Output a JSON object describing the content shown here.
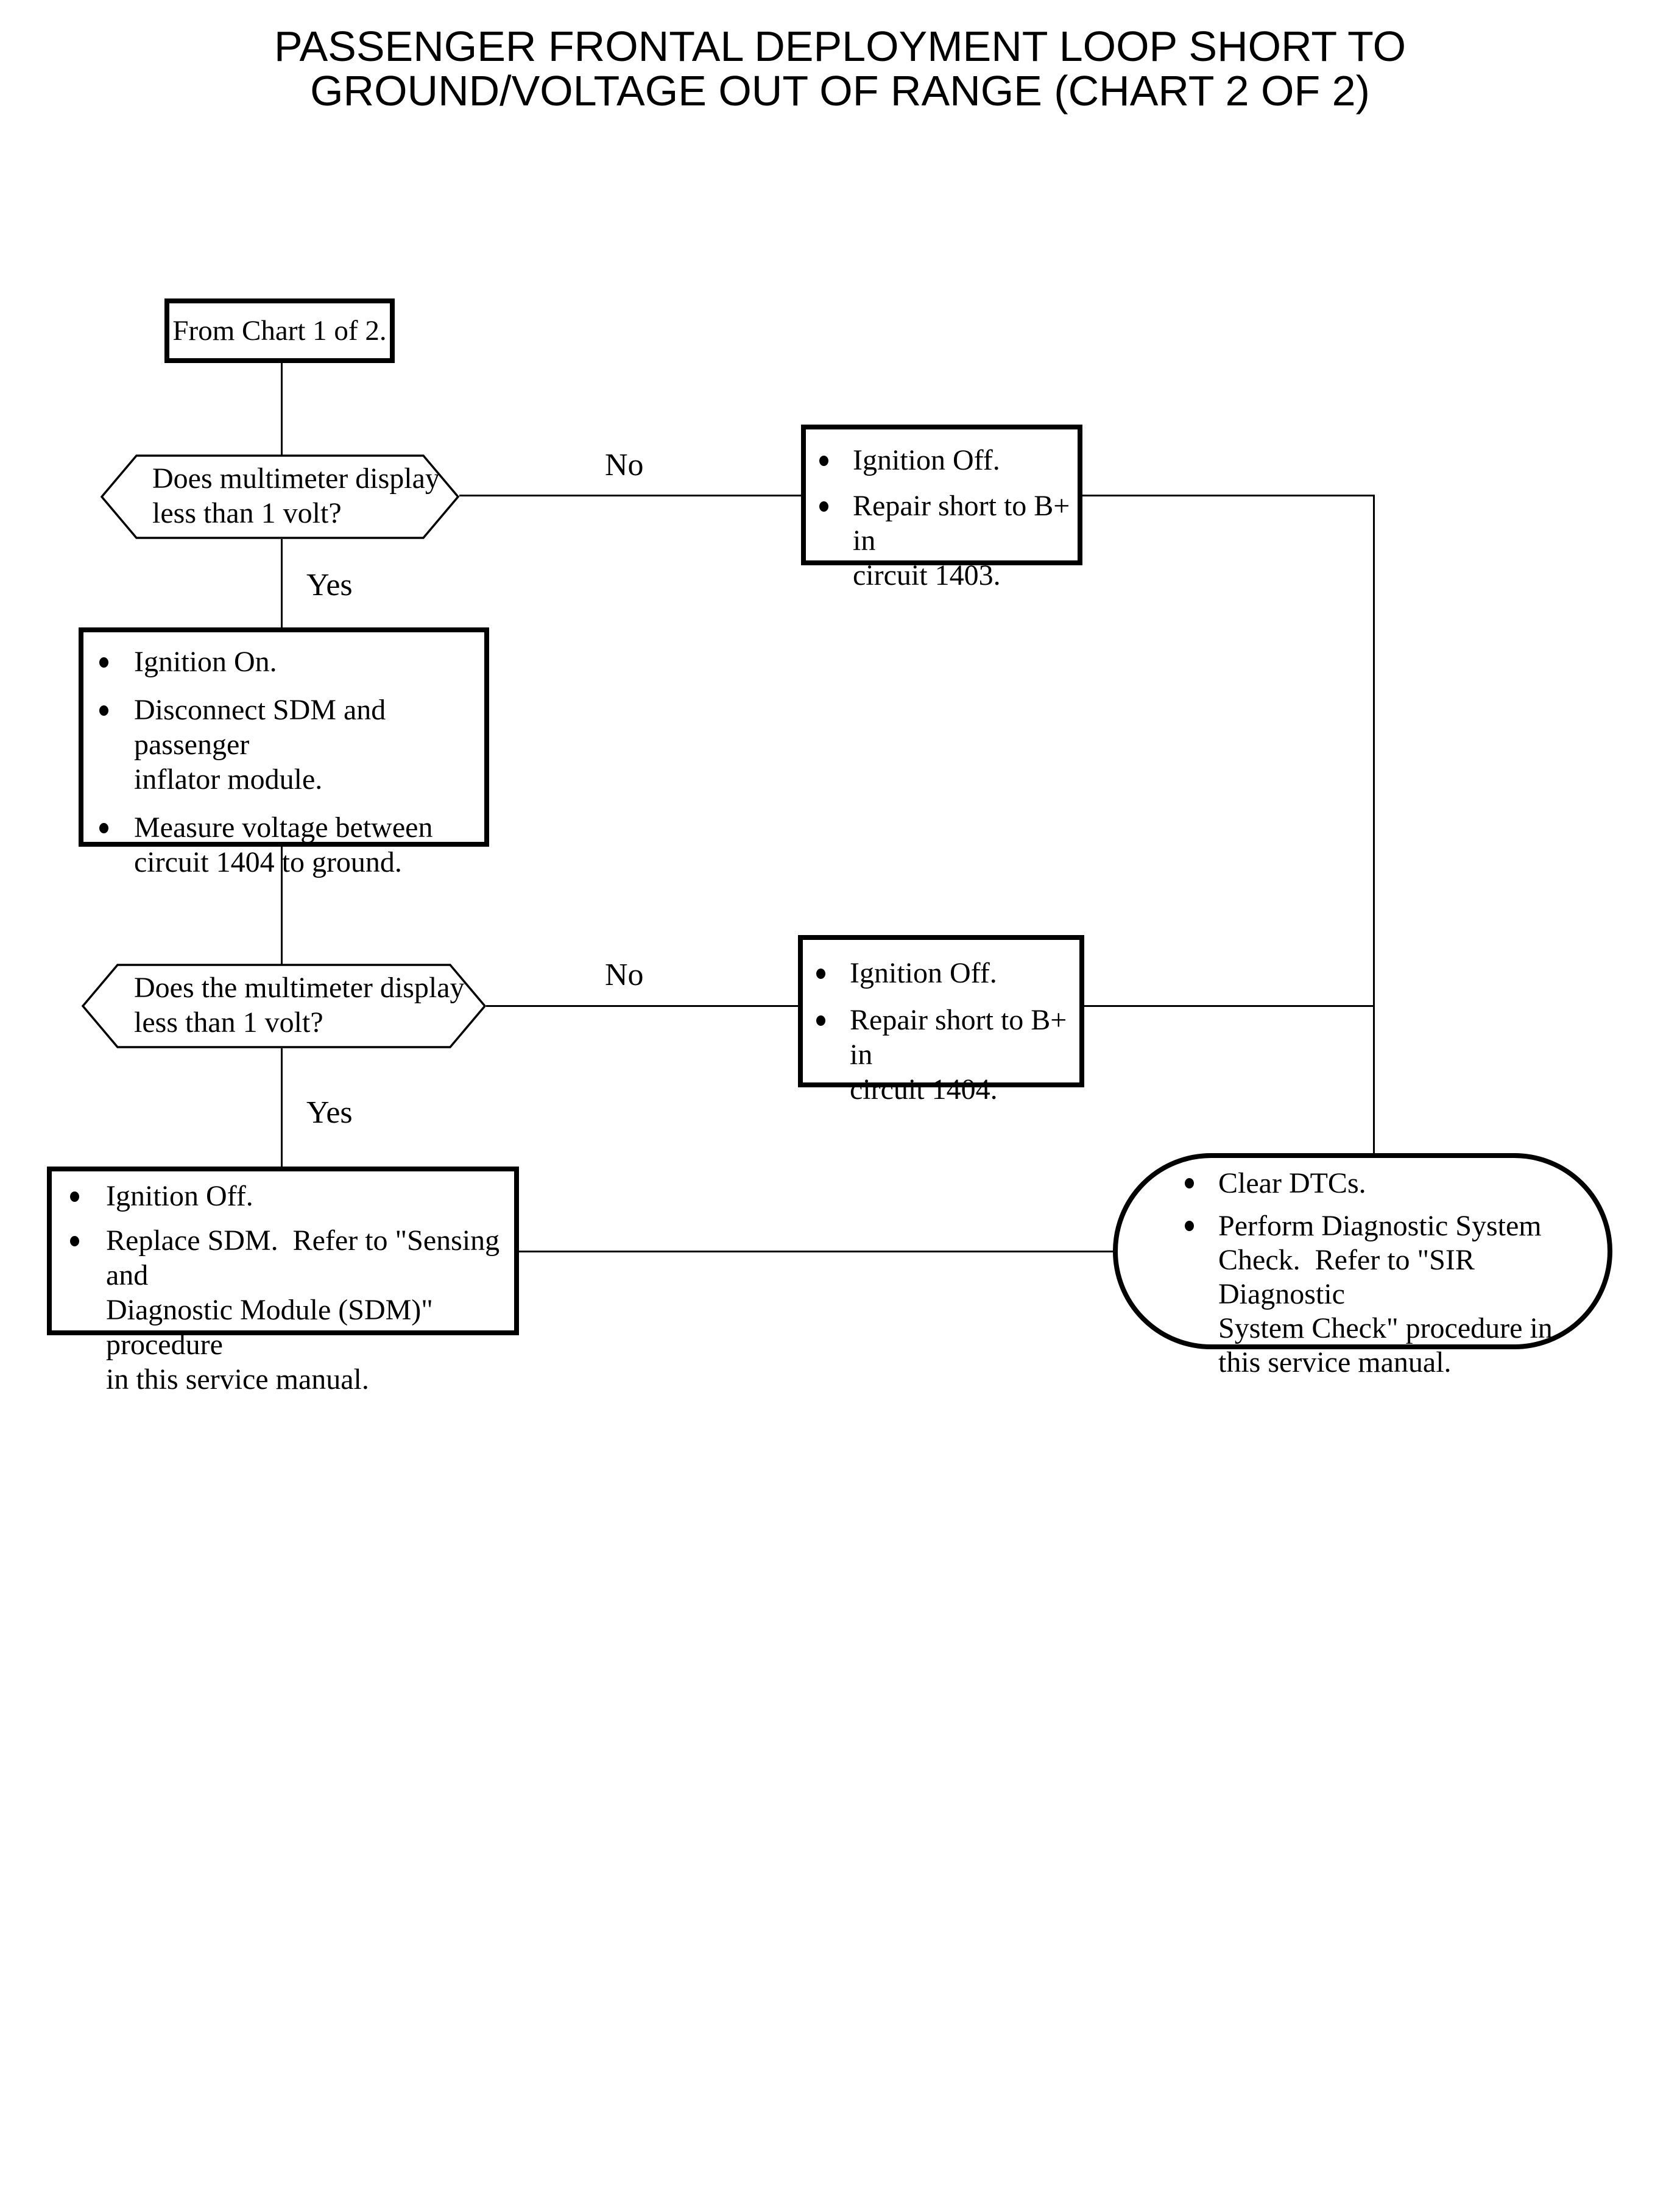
{
  "title": {
    "line1": "PASSENGER FRONTAL DEPLOYMENT LOOP SHORT TO",
    "line2": "GROUND/VOLTAGE OUT OF RANGE (CHART 2 OF 2)"
  },
  "nodes": {
    "start": {
      "text": "From Chart 1 of 2."
    },
    "decision1": {
      "text": "Does multimeter display\nless than 1 volt?"
    },
    "action_no1": {
      "items": [
        "Ignition Off.",
        "Repair short to B+ in\ncircuit 1403."
      ]
    },
    "process1": {
      "items": [
        "Ignition On.",
        "Disconnect SDM and passenger\ninflator module.",
        "Measure voltage between\ncircuit 1404 to ground."
      ]
    },
    "decision2": {
      "text": "Does the multimeter display\nless than 1 volt?"
    },
    "action_no2": {
      "items": [
        "Ignition Off.",
        "Repair short to B+ in\ncircuit 1404."
      ]
    },
    "action_yes2": {
      "items": [
        "Ignition Off.",
        "Replace SDM.  Refer to \"Sensing and\nDiagnostic Module (SDM)\" procedure\nin this service manual."
      ]
    },
    "terminal": {
      "items": [
        "Clear DTCs.",
        "Perform Diagnostic System\nCheck.  Refer to \"SIR Diagnostic\nSystem Check\" procedure in\nthis service manual."
      ]
    }
  },
  "labels": {
    "no1": "No",
    "yes1": "Yes",
    "no2": "No",
    "yes2": "Yes"
  },
  "colors": {
    "ink": "#000000",
    "background": "#ffffff"
  }
}
